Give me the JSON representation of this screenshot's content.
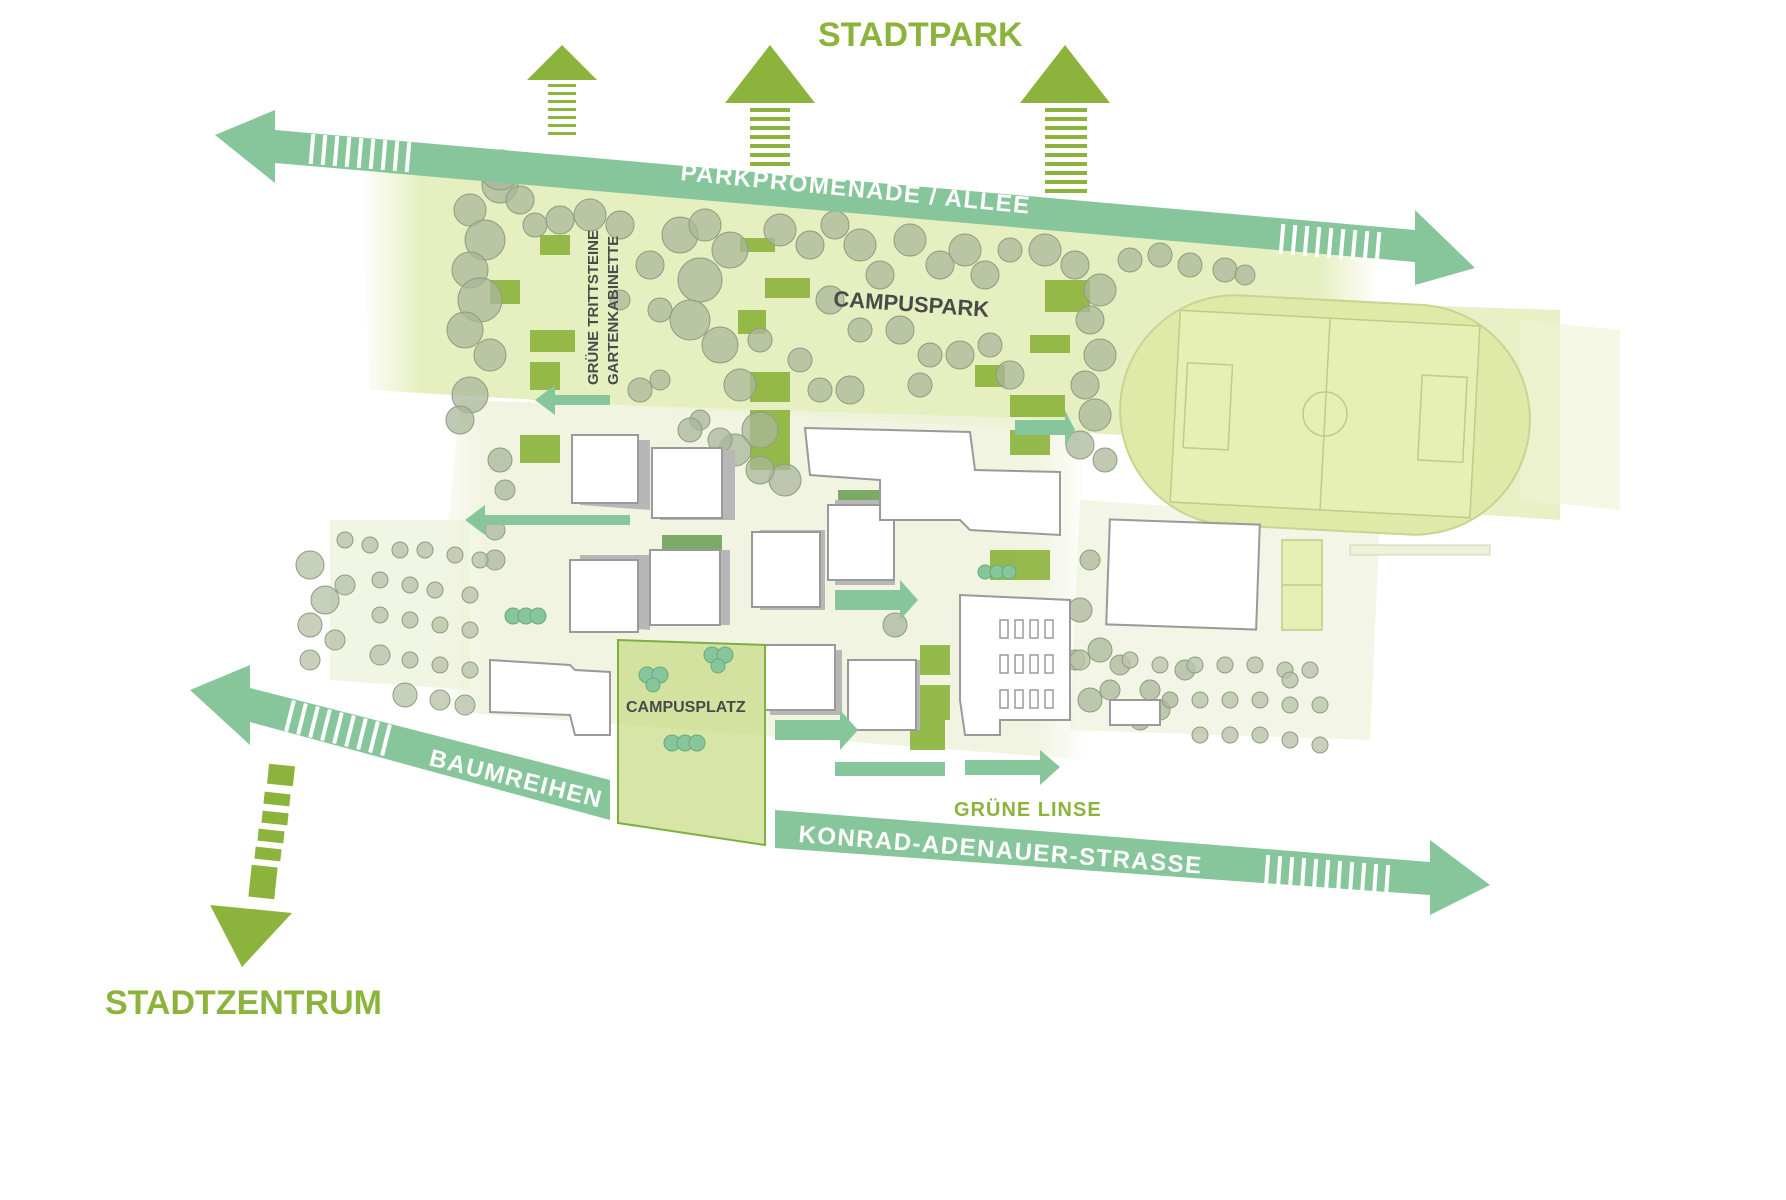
{
  "labels": {
    "stadtpark": "STADTPARK",
    "parkpromenade": "PARKPROMENADE / ALLEE",
    "campuspark": "CAMPUSPARK",
    "gruene_trittsteine": "GRÜNE TRITTSTEINE",
    "gartenkabinette": "GARTENKABINETTE",
    "campusplatz": "CAMPUSPLATZ",
    "baumreihen": "BAUMREIHEN",
    "konrad_adenauer": "KONRAD-ADENAUER-STRASSE",
    "gruene_linse": "GRÜNE LINSE",
    "stadtzentrum": "STADTZENTRUM"
  },
  "colors": {
    "arrow_teal": "#86c69a",
    "arrow_green": "#8cb43c",
    "park_fill": "#e6efc0",
    "tree_fill": "#a9b79a",
    "label_green": "#8cb43c",
    "label_dark": "#4a4a4a"
  }
}
